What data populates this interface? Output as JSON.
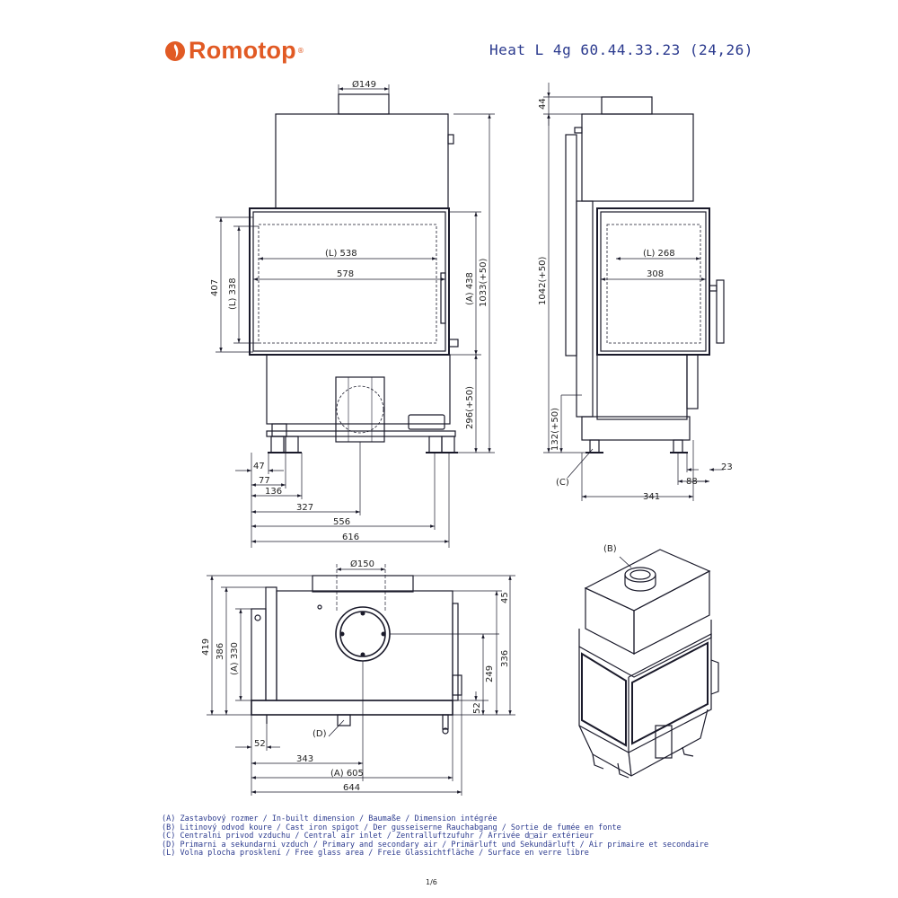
{
  "brand": {
    "name": "Romotop",
    "reg": "®",
    "accent": "#e15a24"
  },
  "model_title": "Heat L 4g 60.44.33.23 (24,26)",
  "front": {
    "d_flue": "Ø149",
    "glass_w": "(L) 538",
    "door_w": "578",
    "h407": "407",
    "hL338": "(L) 338",
    "hA438": "(A) 438",
    "h1033": "1033(+50)",
    "h296": "296(+50)",
    "w47": "47",
    "w77": "77",
    "w136": "136",
    "w327": "327",
    "w556": "556",
    "w616": "616"
  },
  "side": {
    "h44": "44",
    "h1042": "1042(+50)",
    "h132": "132(+50)",
    "label_c": "(C)",
    "glass_w": "(L) 268",
    "door_w": "308",
    "w341": "341",
    "w88": "88",
    "w23": "23"
  },
  "top": {
    "d_flue": "Ø150",
    "h419": "419",
    "h386": "386",
    "hA330": "(A) 330",
    "h45": "45",
    "h336": "336",
    "h249": "249",
    "h52": "52",
    "label_d": "(D)",
    "w52": "52",
    "w343": "343",
    "wA605": "(A) 605",
    "w644": "644"
  },
  "iso": {
    "label_b": "(B)"
  },
  "legend": [
    "(A)  Zastavbový rozmer / In-built dimension / Baumaße / Dimension intégrée",
    "(B)  Litinový odvod koure / Cast iron spigot / Der gusseiserne Rauchabgang / Sortie de fumée en fonte",
    "(C)  Centralni privod vzduchu / Central air inlet / Zentralluftzufuhr / Arrivée d□air extérieur",
    "(D)  Primarni a sekundarni vzduch / Primary and secondary air / Primärluft und Sekundärluft / Air primaire et secondaire",
    "(L)  Volna plocha prosklení / Free glass area / Freie Glassichtfläche / Surface en verre libre"
  ],
  "page": "1/6",
  "colors": {
    "ink": "#1a1a2a",
    "dim": "#2b3a8e",
    "hidden": "#555555"
  }
}
